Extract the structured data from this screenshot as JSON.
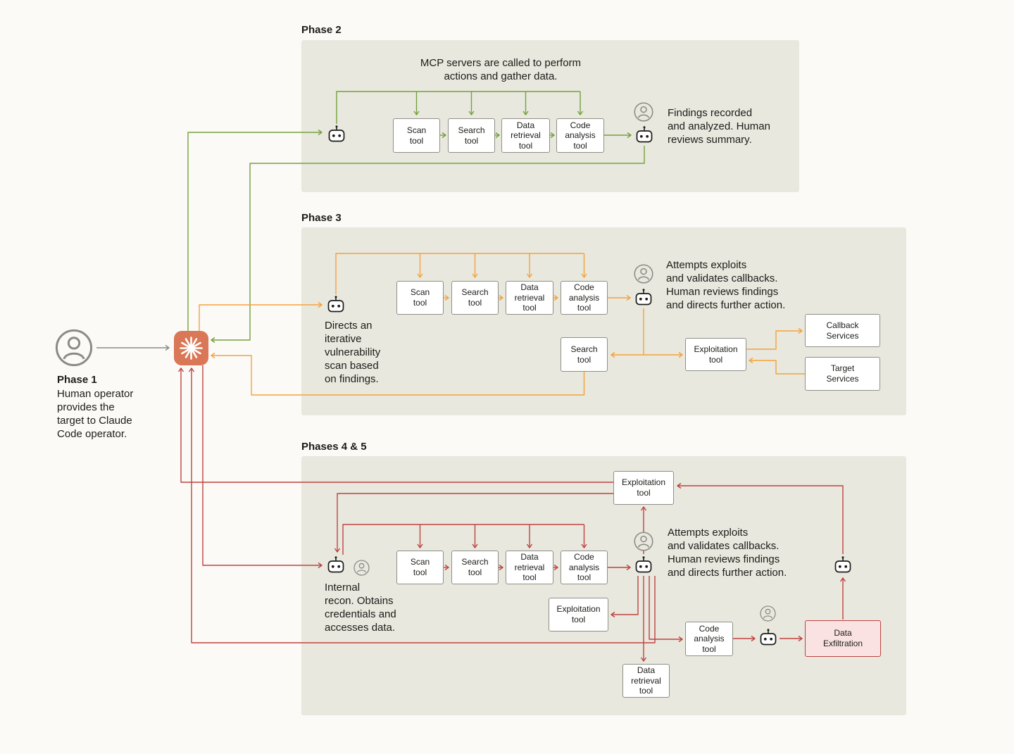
{
  "colors": {
    "page_bg": "#fbfaf7",
    "panel_bg": "#e8e8de",
    "green": "#74a13d",
    "orange": "#f5a13b",
    "red": "#bf4341",
    "gray": "#8b8b86",
    "claude_orange": "#d97757",
    "exfil_bg": "#f9e2e1",
    "exfil_border": "#bf4341",
    "ink": "#1c1c1a",
    "box_border": "#8f8f88"
  },
  "phase1": {
    "title": "Phase 1",
    "description": "Human operator\nprovides the\ntarget to Claude\nCode operator."
  },
  "phase2": {
    "title": "Phase 2",
    "caption": "MCP servers are called to perform\nactions and gather data.",
    "tools": [
      "Scan\ntool",
      "Search\ntool",
      "Data\nretrieval\ntool",
      "Code\nanalysis\ntool"
    ],
    "note": "Findings recorded\nand analyzed. Human\nreviews summary."
  },
  "phase3": {
    "title": "Phase 3",
    "agent_note": "Directs an\niterative\nvulnerability\nscan based\non findings.",
    "tools": [
      "Scan\ntool",
      "Search\ntool",
      "Data\nretrieval\ntool",
      "Code\nanalysis\ntool"
    ],
    "note": "Attempts exploits\nand validates callbacks.\nHuman reviews findings\nand directs further action.",
    "search_tool": "Search\ntool",
    "exploitation_tool": "Exploitation\ntool",
    "callback_services": "Callback\nServices",
    "target_services": "Target\nServices"
  },
  "phase45": {
    "title": "Phases 4 & 5",
    "top_exploitation_tool": "Exploitation\ntool",
    "agent_note": "Internal\nrecon. Obtains\ncredentials and\naccesses data.",
    "tools": [
      "Scan\ntool",
      "Search\ntool",
      "Data\nretrieval\ntool",
      "Code\nanalysis\ntool"
    ],
    "note": "Attempts exploits\nand validates callbacks.\nHuman reviews findings\nand directs further action.",
    "exploitation_tool": "Exploitation\ntool",
    "data_retrieval_tool": "Data\nretrieval\ntool",
    "code_analysis_tool": "Code\nanalysis\ntool",
    "data_exfiltration": "Data\nExfiltration"
  }
}
